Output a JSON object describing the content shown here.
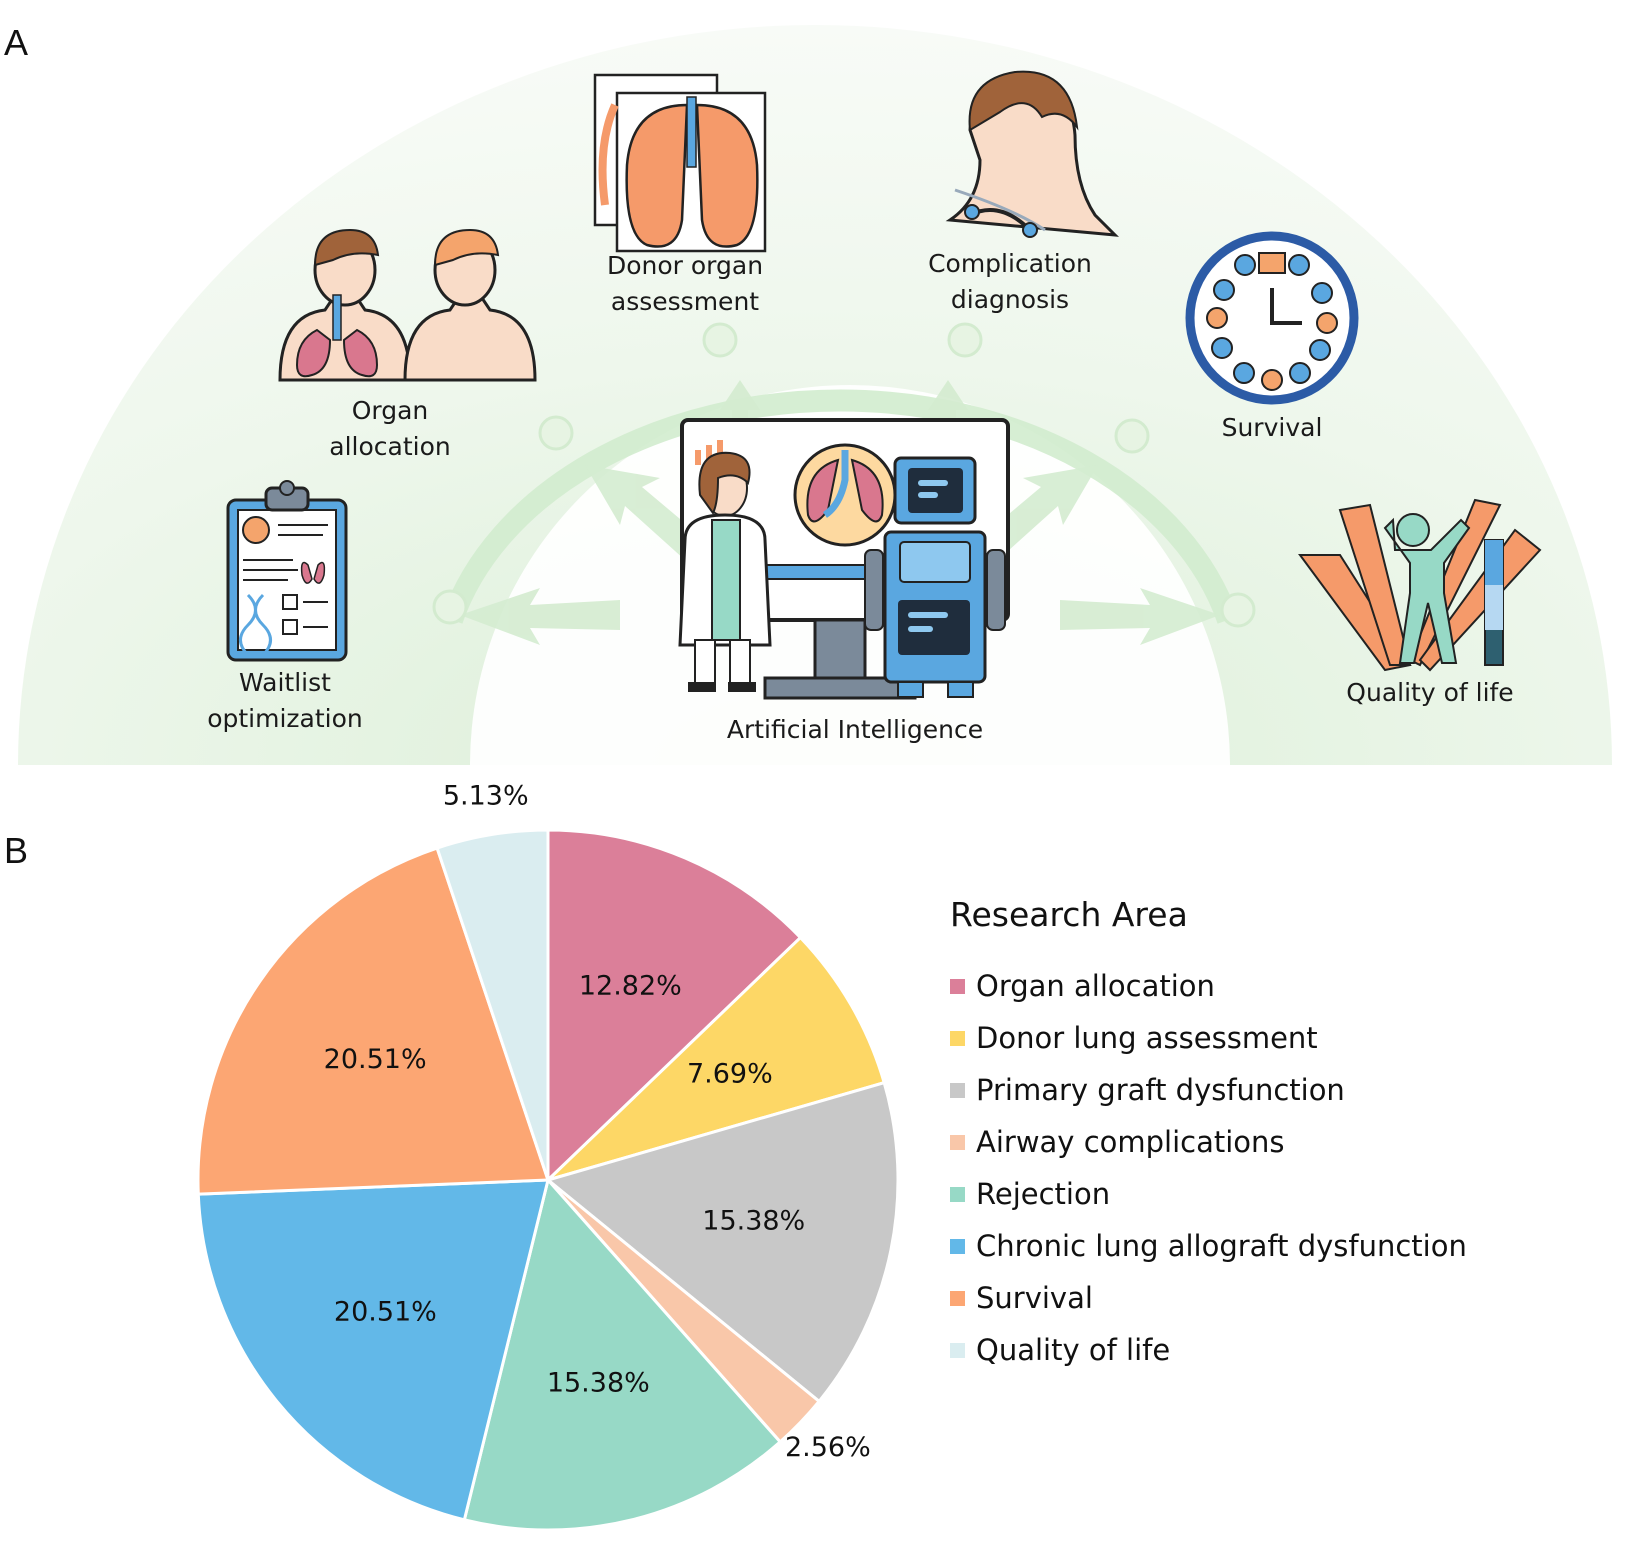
{
  "panels": {
    "a": "A",
    "b": "B"
  },
  "diagram": {
    "center_label": "Artificial Intelligence",
    "nodes": [
      {
        "id": "waitlist",
        "lines": [
          "Waitlist",
          "optimization"
        ],
        "icon": "clipboard-icon"
      },
      {
        "id": "organ_allocation",
        "lines": [
          "Organ",
          "allocation"
        ],
        "icon": "donor-recipient-icon"
      },
      {
        "id": "donor_assessment",
        "lines": [
          "Donor organ",
          "assessment"
        ],
        "icon": "lung-scan-icon"
      },
      {
        "id": "complication",
        "lines": [
          "Complication",
          "diagnosis"
        ],
        "icon": "airway-profile-icon"
      },
      {
        "id": "survival",
        "lines": [
          "Survival"
        ],
        "icon": "clock-icon"
      },
      {
        "id": "quality",
        "lines": [
          "Quality of life"
        ],
        "icon": "person-bars-icon"
      }
    ]
  },
  "chart_data": {
    "type": "pie",
    "title": "Research Area",
    "slices": [
      {
        "name": "Organ allocation",
        "value": 12.82,
        "label": "12.82%",
        "color": "#DB7F99"
      },
      {
        "name": "Donor lung assessment",
        "value": 7.69,
        "label": "7.69%",
        "color": "#FDD766"
      },
      {
        "name": "Primary graft dysfunction",
        "value": 15.38,
        "label": "15.38%",
        "color": "#C8C8C8"
      },
      {
        "name": "Airway complications",
        "value": 2.56,
        "label": "2.56%",
        "color": "#F9C7A9"
      },
      {
        "name": "Rejection",
        "value": 15.38,
        "label": "15.38%",
        "color": "#97D9C6"
      },
      {
        "name": "Chronic lung allograft dysfunction",
        "value": 20.51,
        "label": "20.51%",
        "color": "#62B8E8"
      },
      {
        "name": "Survival",
        "value": 20.51,
        "label": "20.51%",
        "color": "#FCA673"
      },
      {
        "name": "Quality of life",
        "value": 5.13,
        "label": "5.13%",
        "color": "#DAEDF0"
      }
    ],
    "legend_position": "right"
  }
}
